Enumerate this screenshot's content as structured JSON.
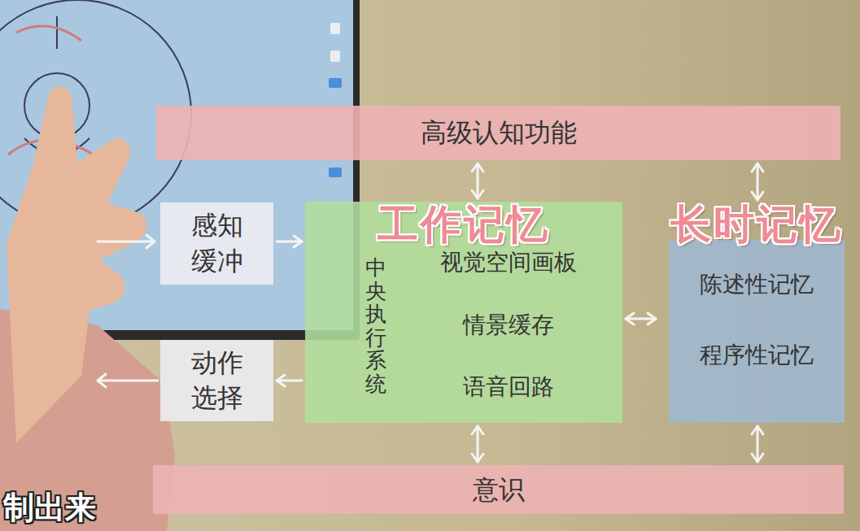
{
  "diagram": {
    "nodes": [
      {
        "text": [
          "高级认知功能"
        ]
      },
      {
        "text": [
          "感知 缓冲"
        ]
      },
      {
        "text": [
          "工作记忆",
          "中央执行系统",
          "视觉空间画板",
          "情景缓存",
          "语音回路"
        ]
      },
      {
        "text": [
          "长时记忆",
          "陈述性记忆",
          "程序性记忆"
        ]
      },
      {
        "text": [
          "动作 选择"
        ]
      },
      {
        "text": [
          "意识"
        ]
      }
    ],
    "edges": [
      {
        "from": 1,
        "to": 2,
        "arrow": "to"
      },
      {
        "from": 2,
        "to": 4,
        "arrow": "to"
      },
      {
        "from": 0,
        "to": 2,
        "arrow": "both"
      },
      {
        "from": 0,
        "to": 3,
        "arrow": "both"
      },
      {
        "from": 2,
        "to": 3,
        "arrow": "both"
      },
      {
        "from": 2,
        "to": 5,
        "arrow": "both"
      },
      {
        "from": 3,
        "to": 5,
        "arrow": "both"
      }
    ],
    "labels": [
      "制出来"
    ]
  }
}
